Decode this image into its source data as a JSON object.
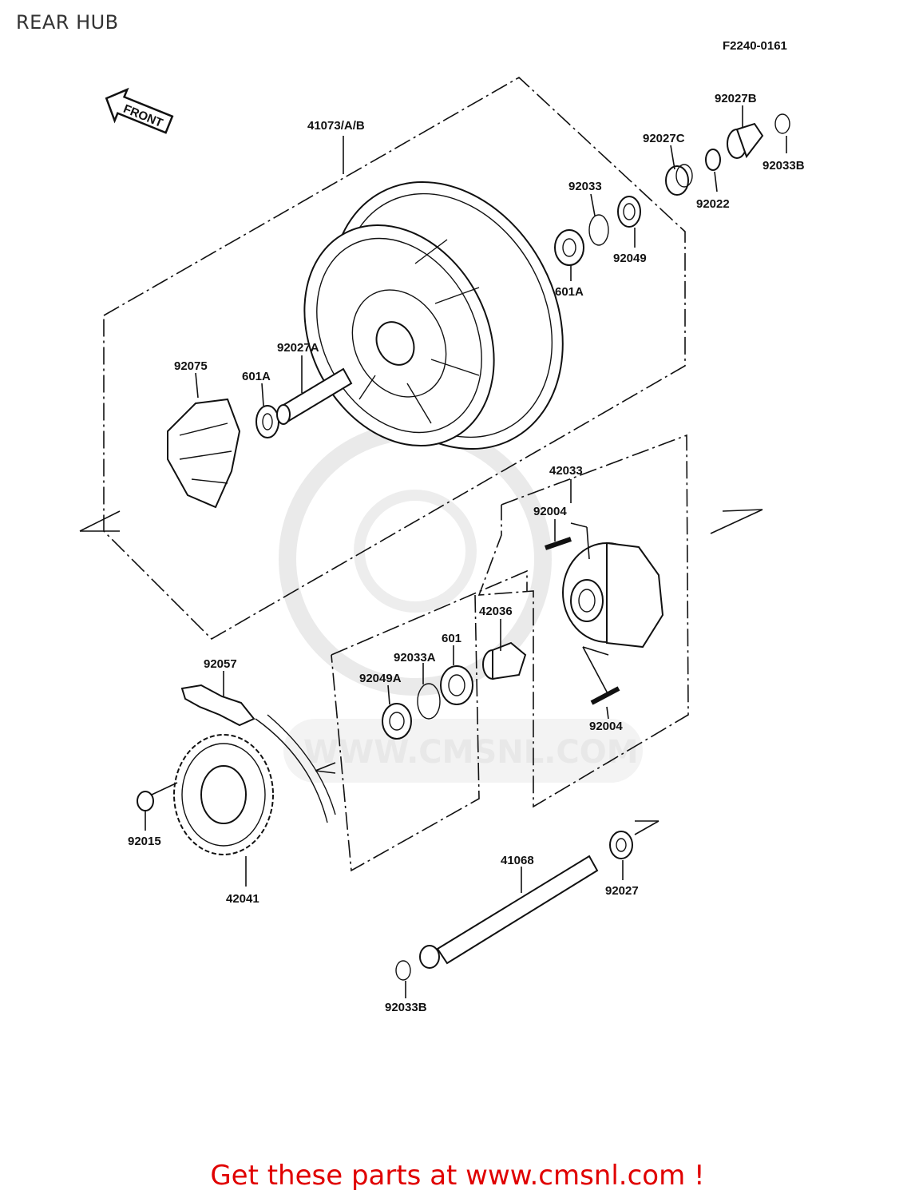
{
  "title": "REAR HUB",
  "figure_code": "F2240-0161",
  "front_arrow_label": "FRONT",
  "watermark": "WWW.CMSNL.COM",
  "footer": "Get these parts at www.cmsnl.com !",
  "part_labels": {
    "wheel": "41073/A/B",
    "collar_c": "92027C",
    "collar_b": "92027B",
    "circlip_top": "92033B",
    "oil_seal": "92022",
    "circlip": "92033",
    "seal_92049": "92049",
    "bearing_601a_right": "601A",
    "damper": "92075",
    "bearing_601a_left": "601A",
    "collar_a": "92027A",
    "coupling": "42033",
    "stud_top": "92004",
    "stud_bottom": "92004",
    "collar_42036": "42036",
    "bearing_601": "601",
    "circlip_a": "92033A",
    "seal_92049a": "92049A",
    "chain": "92057",
    "nut": "92015",
    "sprocket": "42041",
    "axle": "41068",
    "collar_92027": "92027",
    "circlip_bottom": "92033B"
  },
  "colors": {
    "footer": "#e00000",
    "lines": "#111111",
    "watermark": "#e6e6e6"
  }
}
